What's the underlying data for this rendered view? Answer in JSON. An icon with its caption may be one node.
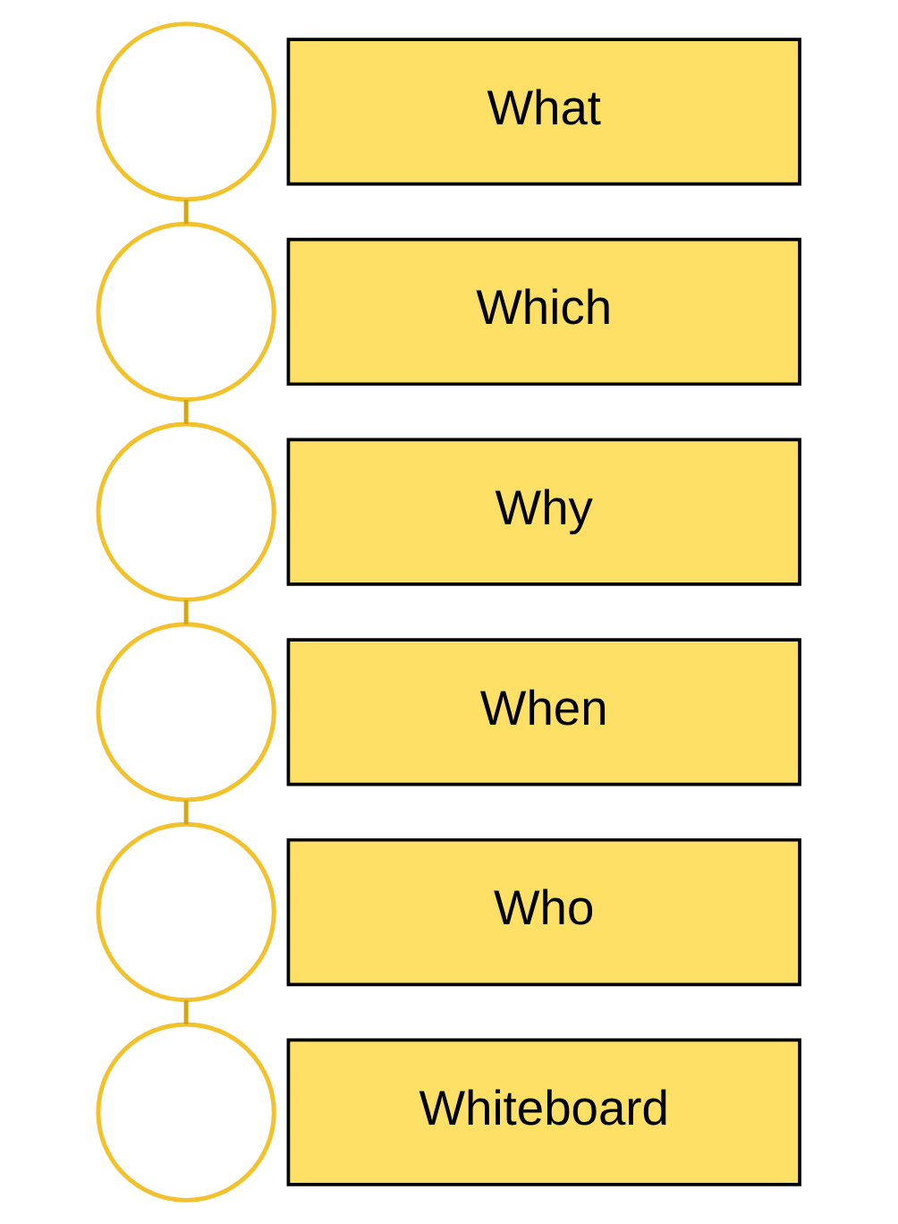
{
  "diagram": {
    "nodes": [
      {
        "text": [],
        "shape": "circle"
      },
      {
        "text": [
          "What"
        ]
      },
      {
        "text": [],
        "shape": "circle"
      },
      {
        "text": [
          "Which"
        ]
      },
      {
        "text": [],
        "shape": "circle"
      },
      {
        "text": [
          "Why"
        ]
      },
      {
        "text": [],
        "shape": "circle"
      },
      {
        "text": [
          "When"
        ]
      },
      {
        "text": [],
        "shape": "circle"
      },
      {
        "text": [
          "Who"
        ]
      },
      {
        "text": [],
        "shape": "circle"
      },
      {
        "text": [
          "Whiteboard"
        ]
      }
    ],
    "edges": [
      {
        "from": 0,
        "to": 2,
        "arrow": "none"
      },
      {
        "from": 2,
        "to": 4,
        "arrow": "none"
      },
      {
        "from": 4,
        "to": 6,
        "arrow": "none"
      },
      {
        "from": 6,
        "to": 8,
        "arrow": "none"
      },
      {
        "from": 8,
        "to": 10,
        "arrow": "none"
      }
    ]
  }
}
